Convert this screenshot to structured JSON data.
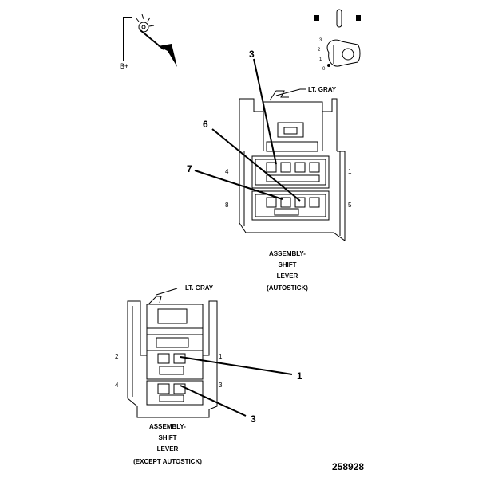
{
  "legend": {
    "bplus": "B+",
    "ignition_positions": [
      "3",
      "2",
      "1",
      "0"
    ]
  },
  "connector_top": {
    "wire_color": "LT. GRAY",
    "pin_labels": {
      "p1": "1",
      "p4": "4",
      "p5": "5",
      "p8": "8"
    },
    "callouts": {
      "c3": "3",
      "c6": "6",
      "c7": "7"
    },
    "caption": [
      "ASSEMBLY-",
      "SHIFT",
      "LEVER",
      "(AUTOSTICK)"
    ]
  },
  "connector_bottom": {
    "wire_color": "LT. GRAY",
    "pin_labels": {
      "p1": "1",
      "p2": "2",
      "p3": "3",
      "p4": "4"
    },
    "callouts": {
      "c1": "1",
      "c3": "3"
    },
    "caption": [
      "ASSEMBLY-",
      "SHIFT",
      "LEVER",
      "(EXCEPT AUTOSTICK)"
    ]
  },
  "figure_number": "258928"
}
